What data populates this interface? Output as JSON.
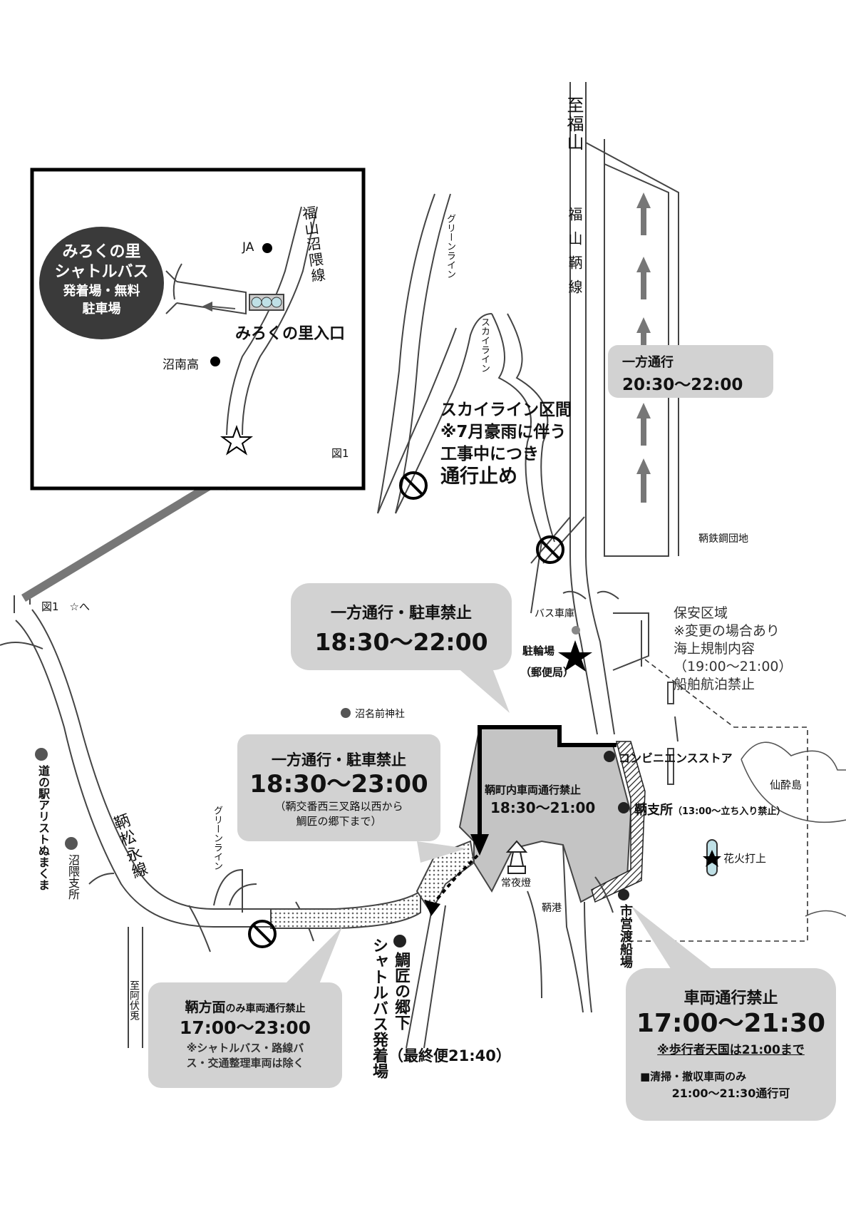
{
  "inset": {
    "dark_circle": {
      "line1": "みろくの里",
      "line2": "シャトルバス",
      "line3": "発着場・無料",
      "line4": "駐車場"
    },
    "road_name": "福山沼隈線",
    "ja": "JA",
    "school": "沼南高",
    "entrance": "みろくの里入口",
    "fig": "図1"
  },
  "fig_pointer": "図1　☆へ",
  "roads": {
    "to_fukuyama": "至福山",
    "fukuyama_tomo": "福山鞆線",
    "green_line_top": "グリーンライン",
    "skyline": "スカイライン",
    "green_line_bottom": "グリーンライン",
    "tomo_matsunaga": "鞆松永線",
    "to_abushito": "至阿伏兎"
  },
  "skyline_notice": {
    "line1": "スカイライン区間",
    "line2": "※7月豪雨に伴う",
    "line3": "工事中につき",
    "line4": "通行止め"
  },
  "oneway_top": {
    "title": "一方通行",
    "time": "20:30〜22:00"
  },
  "oneway_mid": {
    "title": "一方通行・駐車禁止",
    "time": "18:30〜22:00"
  },
  "oneway_left": {
    "title": "一方通行・駐車禁止",
    "time": "18:30〜23:00",
    "note1": "（鞆交番西三叉路以西から",
    "note2": "鯛匠の郷下まで）"
  },
  "tomo_zone": {
    "title": "鞆町内車両通行禁止",
    "time": "18:30〜21:00",
    "lighthouse": "常夜燈",
    "port": "鞆港"
  },
  "places": {
    "tekko": "鞆鉄鋼団地",
    "bus_garage": "バス車庫",
    "bicycle": "駐輪場",
    "post": "（郵便局）",
    "shrine": "沼名前神社",
    "conv": "コンビニエンスストア",
    "branch": "鞆支所",
    "branch_note": "（13:00〜立ち入り禁止）",
    "sensui": "仙酔島",
    "fireworks": "花火打上",
    "ferry": "市営渡船場",
    "michi_eki": "道の駅アリストぬまくま",
    "numakuma_branch": "沼隈支所",
    "taisho_line1": "鯛匠の郷下",
    "taisho_line2": "シャトルバス発着場",
    "last_bus": "（最終便21:40）"
  },
  "security": {
    "l1": "保安区域",
    "l2": "※変更の場合あり",
    "l3": "海上規制内容",
    "l4": "（19:00〜21:00）",
    "l5": "船舶航泊禁止"
  },
  "tomo_only": {
    "title_a": "鞆方面",
    "title_b": "のみ",
    "title_c": "車両通行禁止",
    "time": "17:00〜23:00",
    "note1": "※シャトルバス・路線バ",
    "note2": "ス・交通整理車両は除く"
  },
  "vehicle_ban": {
    "title": "車両通行禁止",
    "time": "17:00〜21:30",
    "note": "※歩行者天国は21:00まで",
    "cleanup1": "■清掃・撤収車両のみ",
    "cleanup2": "21:00〜21:30通行可"
  },
  "colors": {
    "bubble": "#d2d2d2",
    "dark": "#3a3a3a",
    "zone": "#c4c4c4",
    "arrow": "#777777"
  }
}
